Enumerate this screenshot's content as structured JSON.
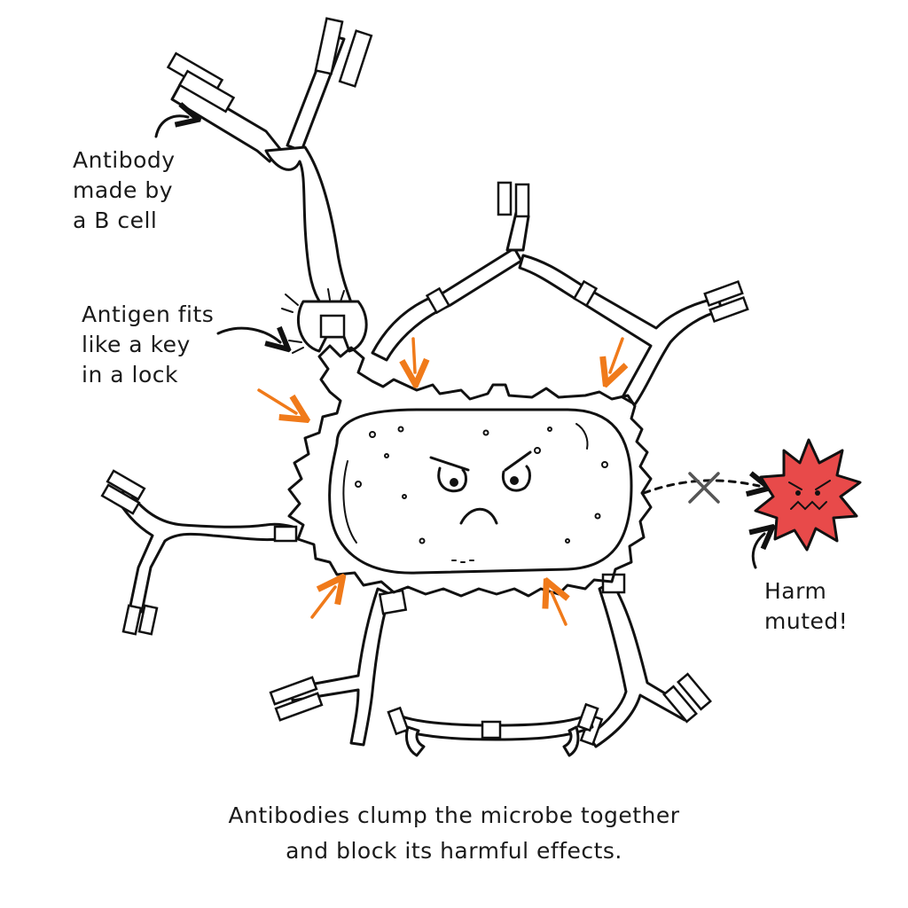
{
  "labels": {
    "antibody": [
      "Antibody",
      "made by",
      "a B cell"
    ],
    "antigen": [
      "Antigen fits",
      "like a key",
      "in a lock"
    ],
    "harm": [
      "Harm",
      "muted!"
    ]
  },
  "caption": [
    "Antibodies clump the microbe together",
    "and block its harmful effects."
  ],
  "colors": {
    "ink": "#111111",
    "arrow_accent": "#f07a1a",
    "toxin_fill": "#e84a4a",
    "block_mark": "#555555"
  },
  "icons": {
    "microbe": "angry-microbe-icon",
    "toxin": "angry-toxin-icon",
    "block": "x-mark-icon"
  }
}
